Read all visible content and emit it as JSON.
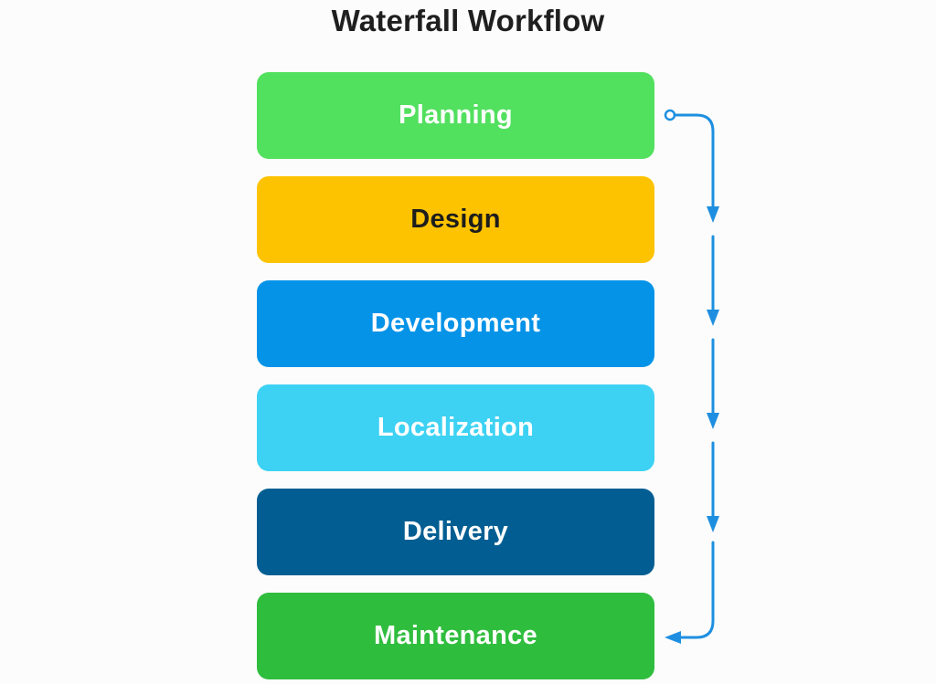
{
  "title": "Waterfall Workflow",
  "stages": [
    {
      "label": "Planning",
      "bg": "#52e05f",
      "fg": "#ffffff"
    },
    {
      "label": "Design",
      "bg": "#fdc300",
      "fg": "#1d1d1d"
    },
    {
      "label": "Development",
      "bg": "#0593e8",
      "fg": "#ffffff"
    },
    {
      "label": "Localization",
      "bg": "#3dd2f3",
      "fg": "#ffffff"
    },
    {
      "label": "Delivery",
      "bg": "#025e92",
      "fg": "#ffffff"
    },
    {
      "label": "Maintenance",
      "bg": "#2fbd3d",
      "fg": "#ffffff"
    }
  ],
  "connector_color": "#1e8fe0"
}
